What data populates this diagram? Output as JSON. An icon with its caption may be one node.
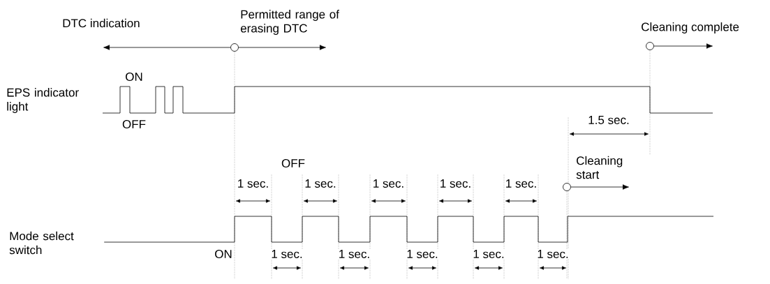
{
  "diagram": {
    "nodes": [
      {
        "text": [],
        "shape": "circle"
      },
      {
        "text": [],
        "shape": "circle"
      },
      {
        "text": [],
        "shape": "circle"
      }
    ],
    "edges": [
      {
        "from": 0,
        "to": null,
        "arrow": "to",
        "label": "DTC indication"
      },
      {
        "from": 0,
        "to": null,
        "arrow": "to",
        "label": "Permitted range of erasing DTC"
      },
      {
        "from": 1,
        "to": null,
        "arrow": "to",
        "label": "Cleaning complete"
      },
      {
        "from": 2,
        "to": null,
        "arrow": "to",
        "label": "Cleaning start"
      }
    ],
    "labels": [
      "EPS indicator light",
      "ON",
      "OFF",
      "1.5 sec.",
      "OFF",
      "1 sec.",
      "1 sec.",
      "1 sec.",
      "1 sec.",
      "1 sec.",
      "Mode select switch",
      "ON",
      "1 sec.",
      "1 sec.",
      "1 sec.",
      "1 sec.",
      "1 sec."
    ]
  }
}
